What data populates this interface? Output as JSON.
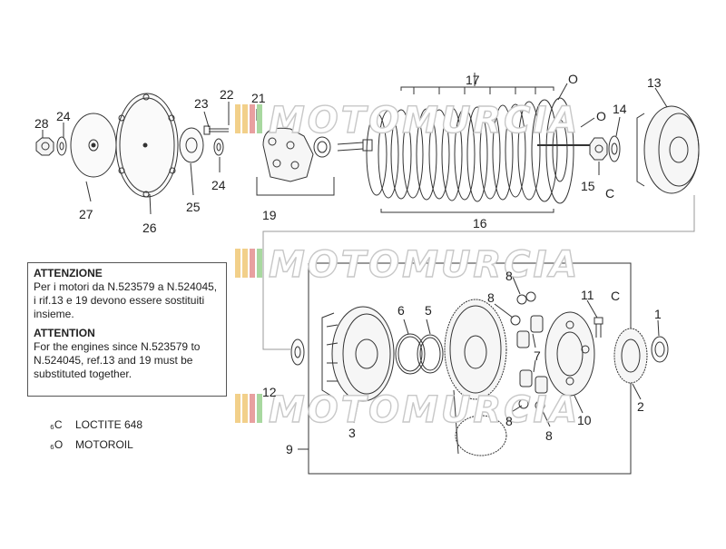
{
  "watermark": "MOTOMURCIA",
  "part_numbers": [
    "1",
    "2",
    "3",
    "5",
    "6",
    "7",
    "8",
    "9",
    "10",
    "11",
    "12",
    "13",
    "14",
    "15",
    "16",
    "17",
    "19",
    "21",
    "22",
    "23",
    "24",
    "25",
    "26",
    "27",
    "28"
  ],
  "notes": {
    "it_title": "ATTENZIONE",
    "it_body": "Per i motori da N.523579 a N.524045, i rif.13 e 19 devono essere sostituiti insieme.",
    "en_title": "ATTENTION",
    "en_body": "For the engines since N.523579 to N.524045, ref.13 and 19 must be substituted together."
  },
  "legend": [
    {
      "symbol": "C",
      "text": "LOCTITE 648"
    },
    {
      "symbol": "O",
      "text": "MOTOROIL"
    }
  ],
  "annotations": {
    "loctite": "C",
    "oil": "O"
  },
  "colors": {
    "line": "#333333",
    "watermark_stroke": "#c8c8c8",
    "stripe_yellow": "#f2d08a",
    "stripe_red": "#e8a0a0",
    "stripe_green": "#a8d8a0"
  }
}
